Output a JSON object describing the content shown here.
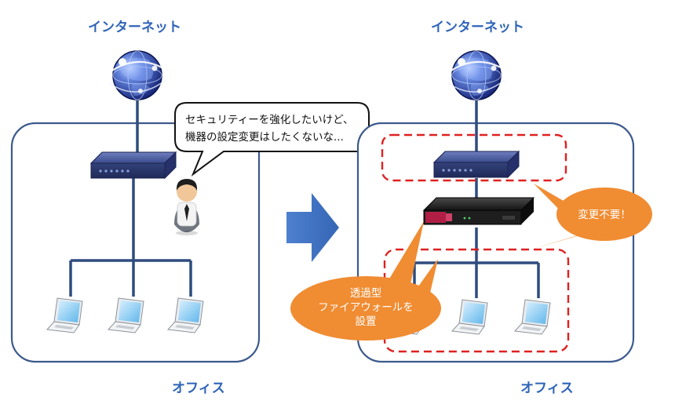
{
  "left": {
    "internet_label": "インターネット",
    "office_label": "オフィス",
    "speech_line1": "セキュリティーを強化したいけど、",
    "speech_line2": "機器の設定変更はしたくないな..."
  },
  "right": {
    "internet_label": "インターネット",
    "office_label": "オフィス",
    "callout_no_change": "変更不要！",
    "callout_install_line1": "透過型",
    "callout_install_line2": "ファイアウォールを",
    "callout_install_line3": "設置"
  },
  "colors": {
    "cable": "#2e4c7e",
    "office_border": "#3c5a8c",
    "label_blue": "#2f64b8",
    "arrow": "#3f72c4",
    "router": "#35467f",
    "firewall_body": "#1e1e1e",
    "firewall_accent": "#b01e45",
    "dash_red": "#e02020",
    "callout_orange": "#f08c32"
  },
  "icons": [
    "globe-icon",
    "router-icon",
    "person-icon",
    "laptop-icon",
    "firewall-icon",
    "arrow-right-icon"
  ]
}
